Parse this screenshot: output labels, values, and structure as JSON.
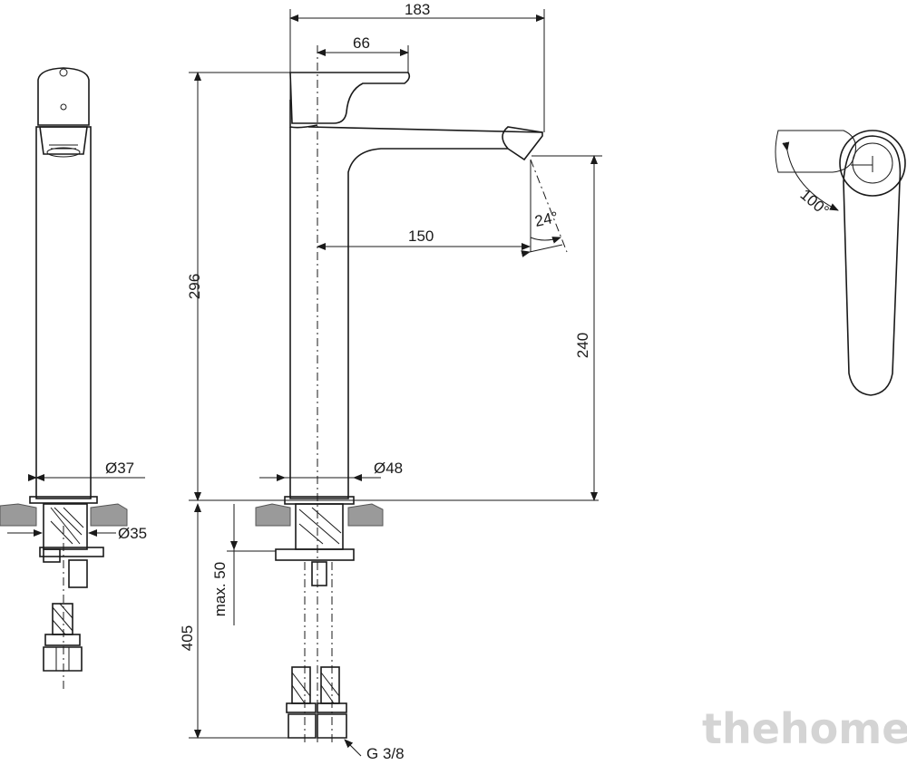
{
  "dimensions": {
    "overall_width": "183",
    "handle_offset": "66",
    "spout_reach": "150",
    "spout_angle": "24°",
    "total_height": "296",
    "spout_height": "240",
    "body_diameter": "Ø37",
    "base_diameter": "Ø48",
    "shank_diameter": "Ø35",
    "max_deck_thickness": "max. 50",
    "hose_length": "405",
    "connection_thread": "G 3/8",
    "handle_rotation": "100°"
  },
  "watermark": "thehome",
  "colors": {
    "line": "#1a1a1a",
    "deck": "#9a9a9a",
    "watermark": "#d4d4d4"
  }
}
